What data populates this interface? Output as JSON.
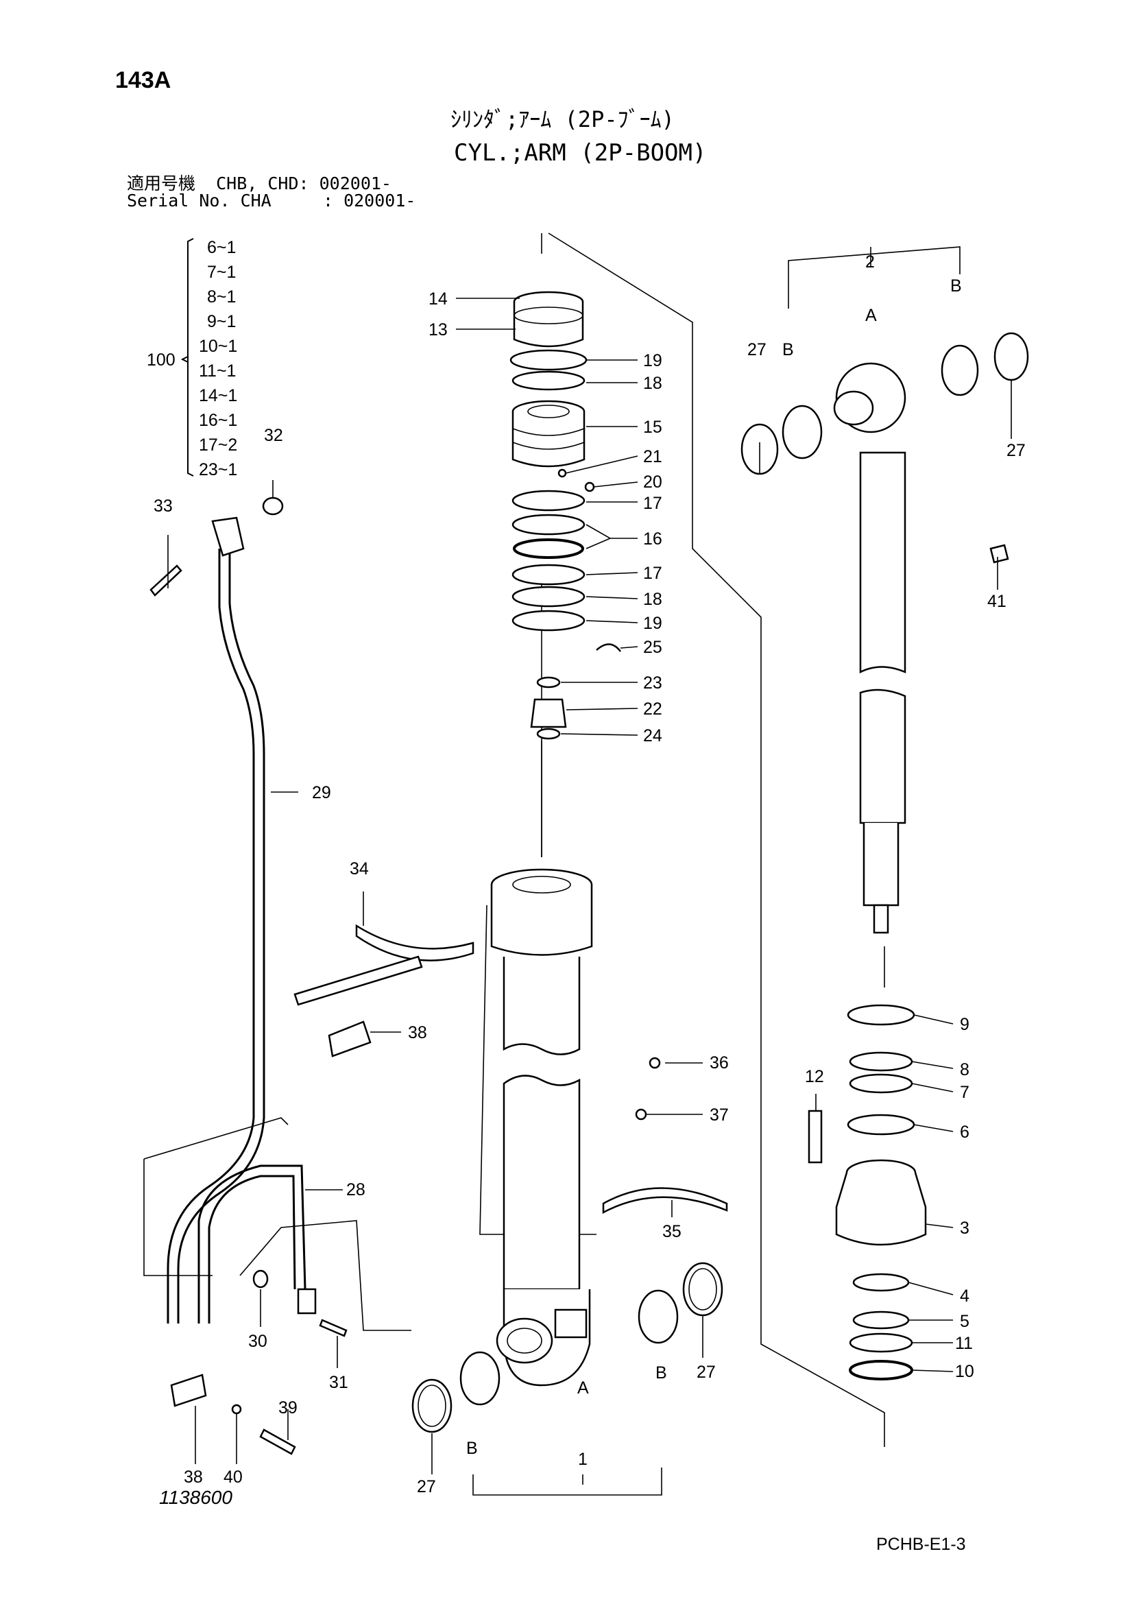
{
  "header": {
    "page_code": "143A",
    "title_jp": "ｼﾘﾝﾀﾞ;ｱｰﾑ (2P-ﾌﾞｰﾑ)",
    "title_en": "CYL.;ARM (2P-BOOM)",
    "serial_line_1": "適用号機  CHB, CHD: 002001-",
    "serial_line_2": "Serial No. CHA     : 020001-"
  },
  "kit": {
    "number": "100",
    "items": [
      "6~1",
      "7~1",
      "8~1",
      "9~1",
      "10~1",
      "11~1",
      "14~1",
      "16~1",
      "17~2",
      "23~1"
    ]
  },
  "part_labels": {
    "p1": "1",
    "p2": "2",
    "p3": "3",
    "p4": "4",
    "p5": "5",
    "p6": "6",
    "p7": "7",
    "p8": "8",
    "p9": "9",
    "p10": "10",
    "p11": "11",
    "p12": "12",
    "p13": "13",
    "p14": "14",
    "p15": "15",
    "p16": "16",
    "p17a": "17",
    "p17b": "17",
    "p18a": "18",
    "p18b": "18",
    "p19a": "19",
    "p19b": "19",
    "p20": "20",
    "p21": "21",
    "p22": "22",
    "p23": "23",
    "p24": "24",
    "p25": "25",
    "p27a": "27",
    "p27b": "27",
    "p27c": "27",
    "p27d": "27",
    "p28": "28",
    "p29": "29",
    "p30": "30",
    "p31": "31",
    "p32": "32",
    "p33": "33",
    "p34": "34",
    "p35": "35",
    "p36": "36",
    "p37": "37",
    "p38a": "38",
    "p38b": "38",
    "p39": "39",
    "p40": "40",
    "p41": "41"
  },
  "sub_labels": {
    "a_top": "A",
    "b_top_left": "B",
    "b_top_right": "B",
    "a_bottom": "A",
    "b_bottom_left": "B",
    "b_bottom_right": "B"
  },
  "footer": {
    "drawing_number": "1138600",
    "sheet_ref": "PCHB-E1-3"
  }
}
